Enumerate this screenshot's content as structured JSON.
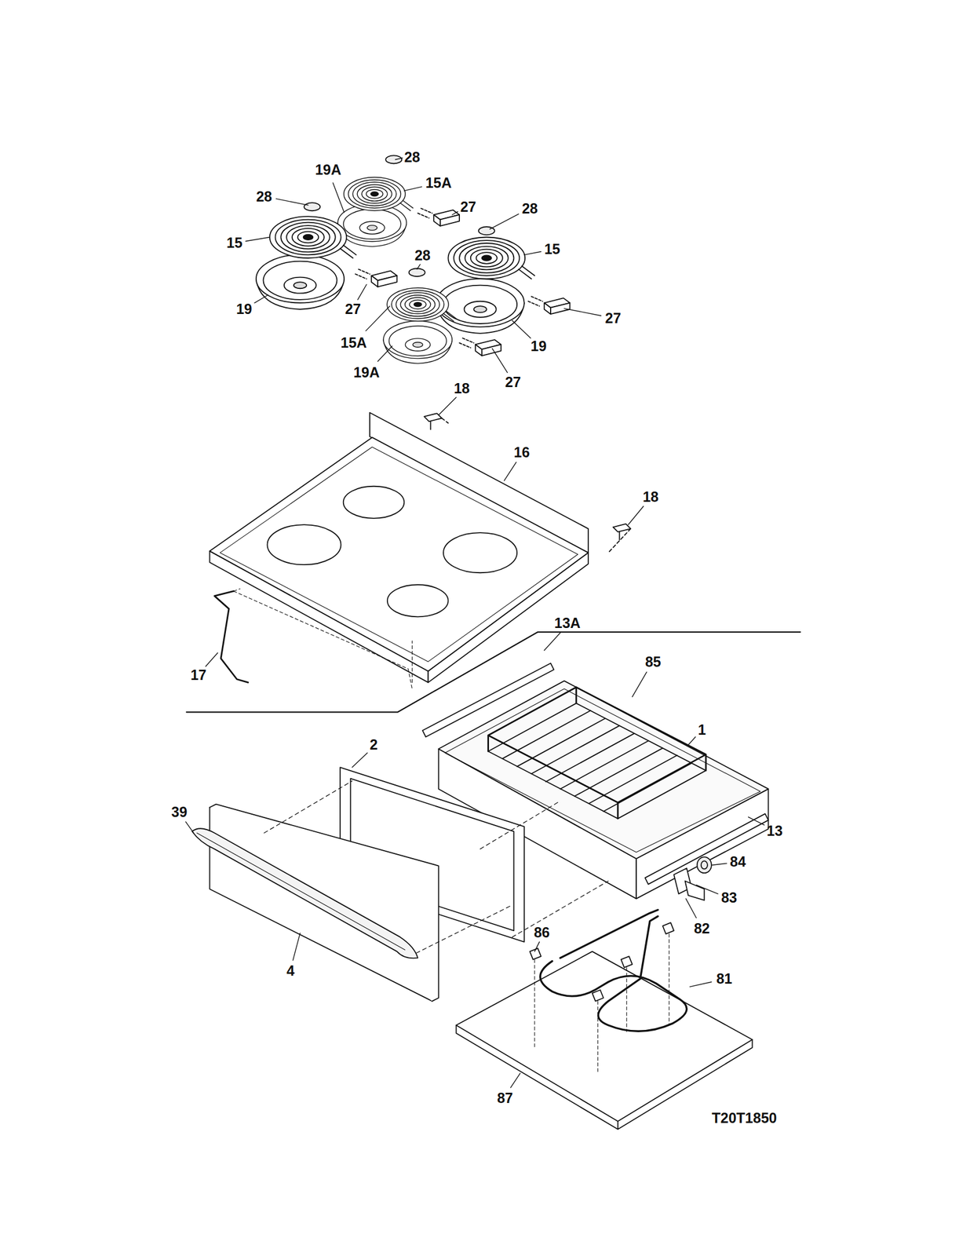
{
  "diagram": {
    "labels": [
      "28",
      "19A",
      "15A",
      "28",
      "27",
      "28",
      "15",
      "15",
      "28",
      "19",
      "27",
      "27",
      "15A",
      "19",
      "19A",
      "27",
      "18",
      "16",
      "18",
      "13A",
      "85",
      "17",
      "1",
      "2",
      "39",
      "13",
      "84",
      "83",
      "82",
      "4",
      "86",
      "81",
      "87",
      "T20T1850"
    ]
  }
}
